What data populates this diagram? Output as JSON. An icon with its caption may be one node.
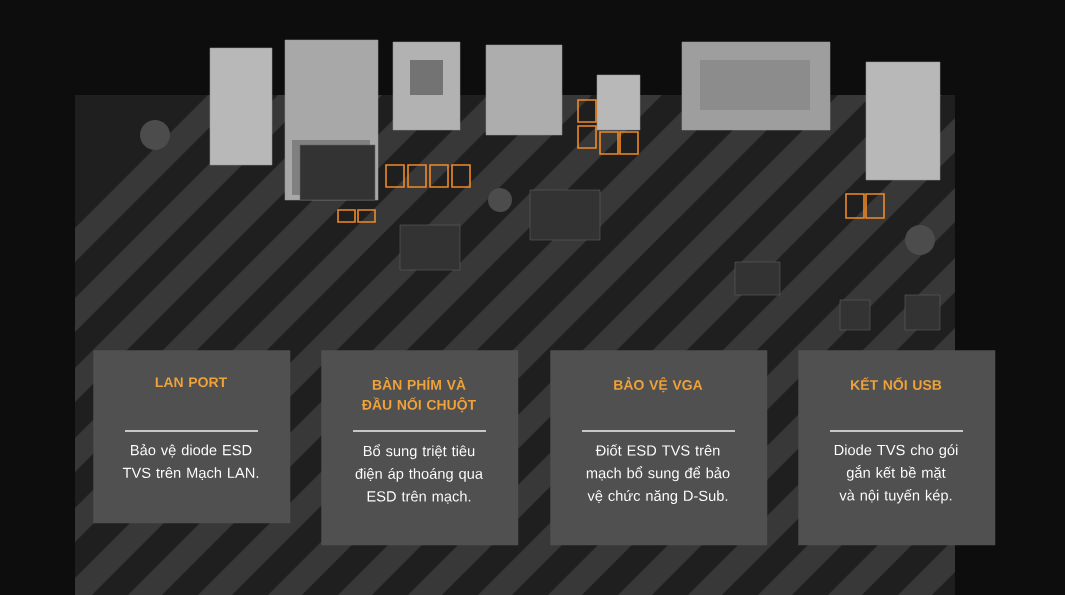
{
  "diagram": {
    "nodes": [
      {
        "text": [
          "LAN PORT",
          "Bảo vệ diode ESD TVS trên Mạch LAN."
        ]
      },
      {
        "text": [
          "BÀN PHÍM VÀ ĐẦU NỐI CHUỘT",
          "Bổ sung triệt tiêu điện áp thoáng qua ESD trên mạch."
        ]
      },
      {
        "text": [
          "BẢO VỆ VGA",
          "Điốt ESD TVS trên mạch bổ sung để bảo vệ chức năng D-Sub."
        ]
      },
      {
        "text": [
          "KẾT NỐI USB",
          "Diode TVS cho gói gắn kết bề mặt và nội tuyến kép."
        ]
      }
    ]
  }
}
